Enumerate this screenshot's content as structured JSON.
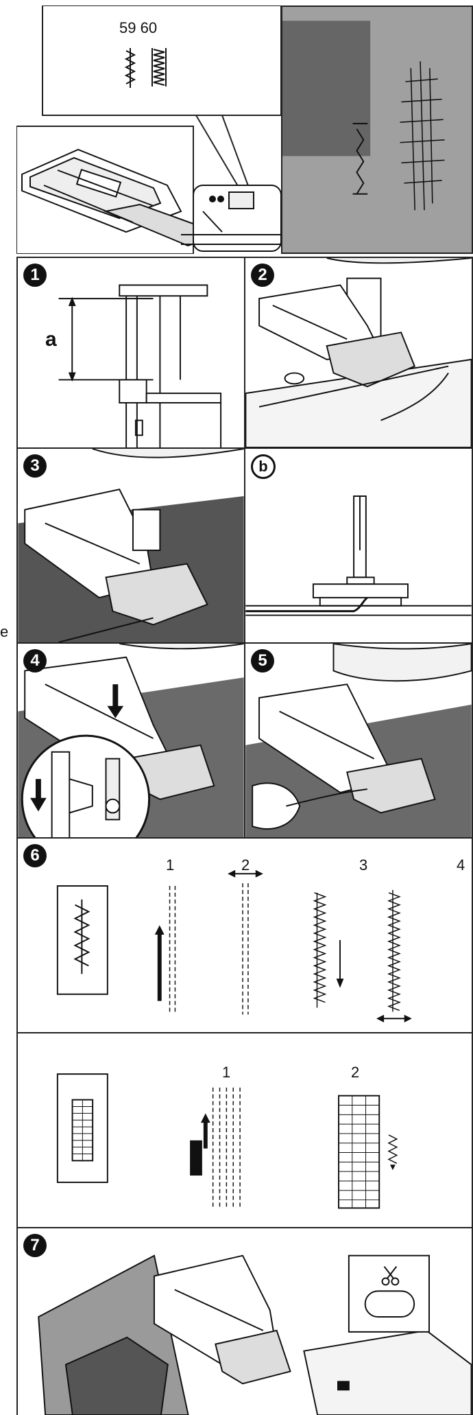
{
  "top": {
    "stitch_numbers": "59 60"
  },
  "step1": {
    "badge": "1",
    "dimension_label": "a"
  },
  "step2": {
    "badge": "2"
  },
  "step3": {
    "badge": "3"
  },
  "stepb": {
    "badge": "b"
  },
  "step4": {
    "badge": "4"
  },
  "step5": {
    "badge": "5"
  },
  "step6": {
    "badge": "6",
    "row1_labels": [
      "1",
      "2",
      "3",
      "4"
    ],
    "row2_labels": [
      "1",
      "2"
    ]
  },
  "step7": {
    "badge": "7"
  },
  "margin_mark": "e",
  "icons": [
    "scissors-icon",
    "arrow-down-icon",
    "arrow-up-icon",
    "double-arrow-icon"
  ],
  "colors": {
    "fabric": "#9a9a9a",
    "fabric_dark": "#6d6d6d",
    "line": "#111111"
  }
}
